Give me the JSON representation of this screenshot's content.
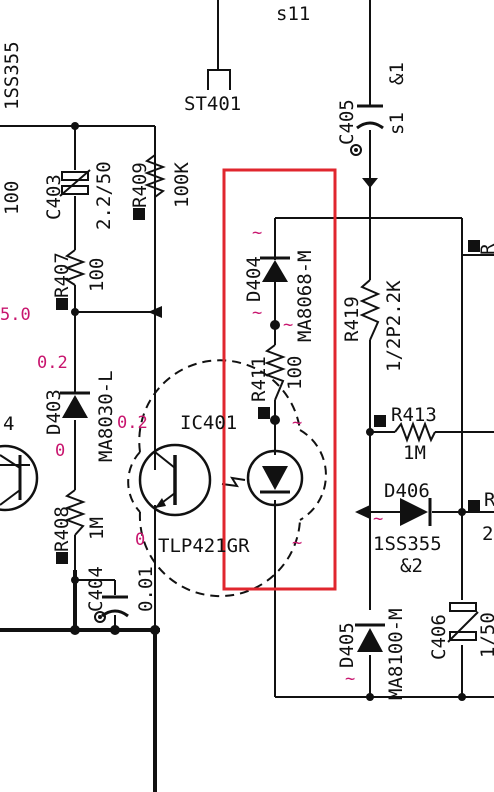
{
  "highlight_color": "#e0262e",
  "voltage_color": "#c8156e",
  "labels": {
    "s11": "s11",
    "st401": "ST401",
    "c405": "C405",
    "s1a1": "&1",
    "s1": "s1",
    "ss355_top": "1SS355",
    "c403": "C403",
    "c403_val": "2.2/50",
    "r409": "R409",
    "r409_val": "100K",
    "r407": "R407",
    "r407_val": "100",
    "d403": "D403",
    "d403_part": "MA8030-L",
    "r408": "R408",
    "r408_val": "1M",
    "c404": "C404",
    "c404_val": "0.01",
    "ic401": "IC401",
    "ic401_part": "TLP421GR",
    "d404": "D404",
    "d404_part": "MA8068-M",
    "r411": "R411",
    "r411_val": "100",
    "r419": "R419",
    "r419_val": "1/2P2.2K",
    "r413": "R413",
    "r413_val": "1M",
    "d406": "D406",
    "d406_part": "1SS355",
    "d406_sub": "&2",
    "d405": "D405",
    "d405_part": "MA8100-M",
    "c406": "C406",
    "c406_val": "1/50",
    "left_num": "100",
    "edge_4": "4",
    "edge_r": "R",
    "edge_2": "2"
  },
  "voltages": {
    "v_5": "5.0",
    "v_02a": "0.2",
    "v_0a": "0",
    "v_02b": "0.2",
    "v_0b": "0",
    "tilde": "~"
  }
}
